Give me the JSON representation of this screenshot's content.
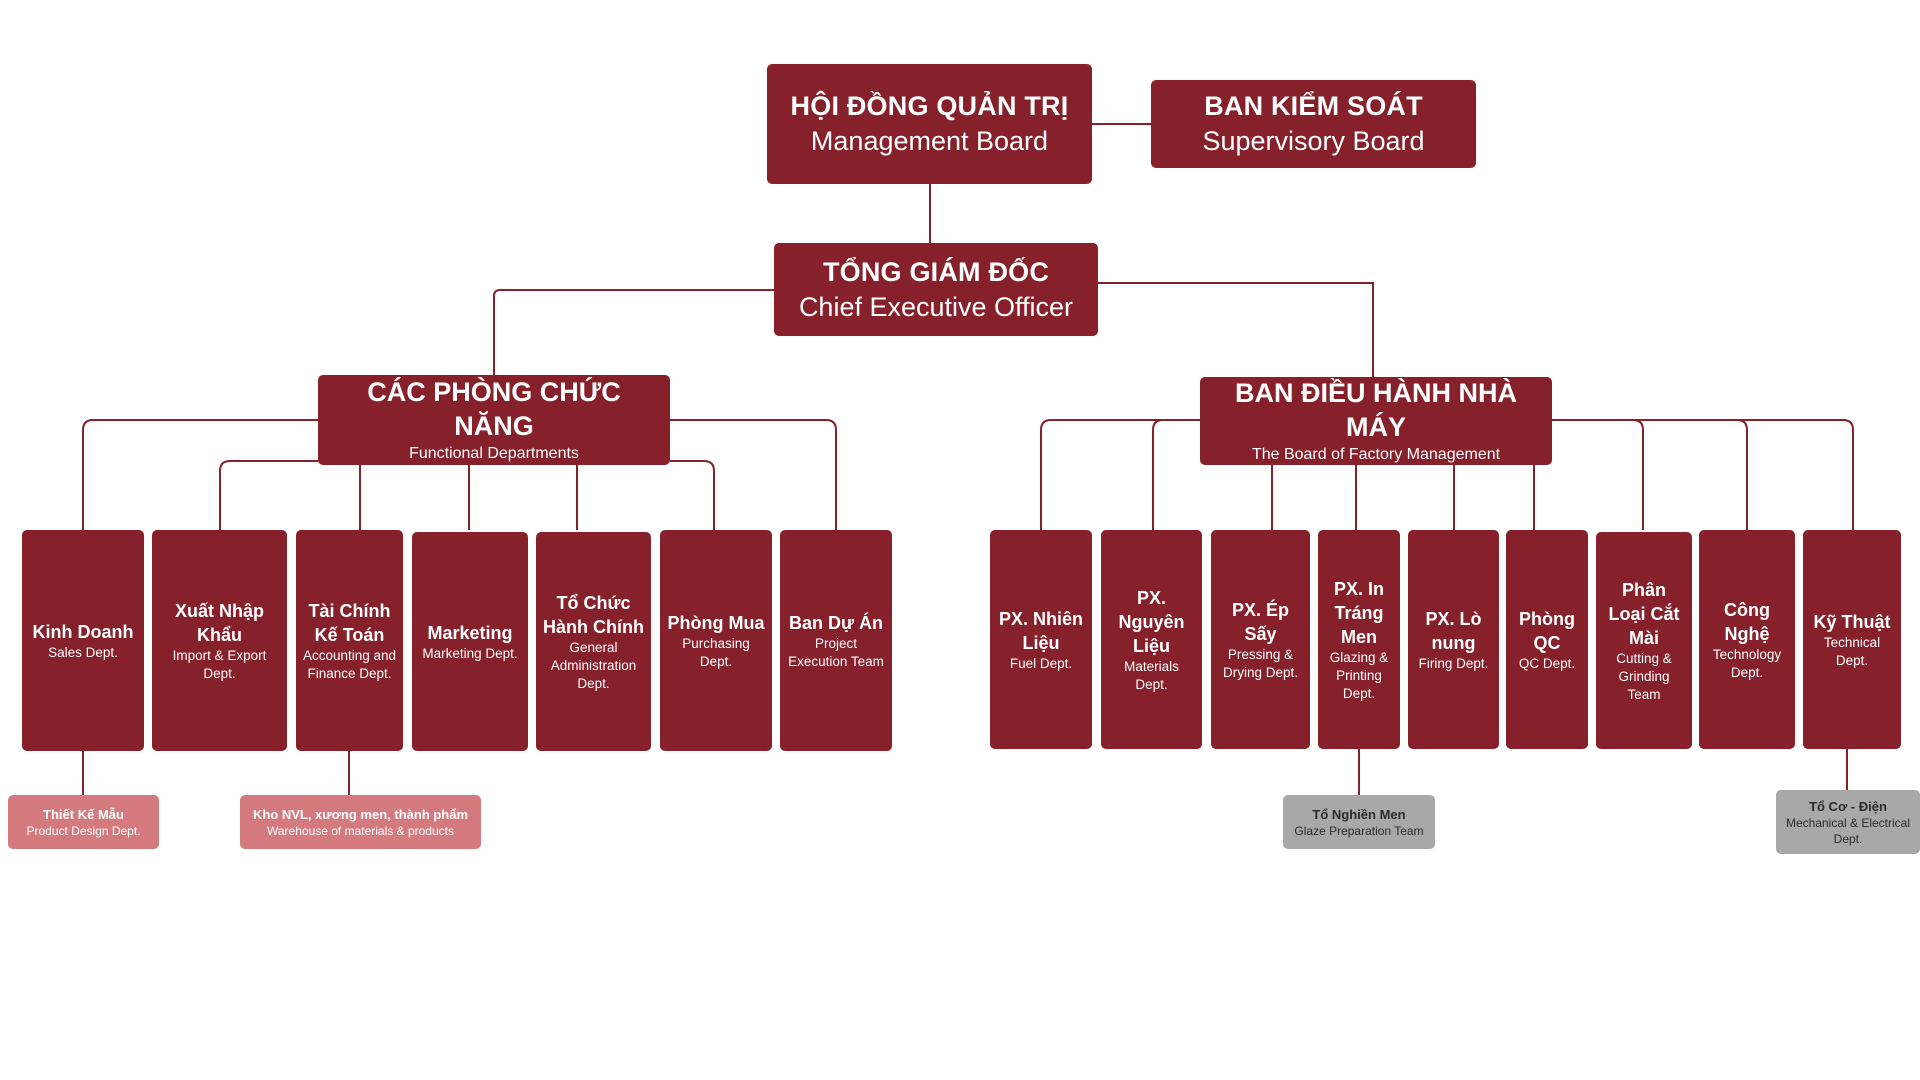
{
  "colors": {
    "box": "#86202a",
    "sub_pink": "#d47a7f",
    "sub_gray": "#a8a8a8",
    "connector": "#86202a"
  },
  "management_board": {
    "name_vi": "HỘI ĐỒNG QUẢN TRỊ",
    "name_en": "Management Board"
  },
  "supervisory_board": {
    "name_vi": "BAN KIỂM SOÁT",
    "name_en": "Supervisory Board"
  },
  "ceo": {
    "name_vi": "TỔNG GIÁM ĐỐC",
    "name_en": "Chief Executive Officer"
  },
  "functional": {
    "name_vi": "CÁC PHÒNG CHỨC NĂNG",
    "name_en": "Functional Departments",
    "depts": [
      {
        "vi": "Kinh Doanh",
        "en": "Sales Dept."
      },
      {
        "vi": "Xuất Nhập Khẩu",
        "en": "Import & Export Dept."
      },
      {
        "vi": "Tài Chính Kế Toán",
        "en": "Accounting and Finance Dept."
      },
      {
        "vi": "Marketing",
        "en": "Marketing Dept."
      },
      {
        "vi": "Tổ Chức Hành Chính",
        "en": "General Administration Dept."
      },
      {
        "vi": "Phòng Mua",
        "en": "Purchasing Dept."
      },
      {
        "vi": "Ban Dự Án",
        "en": "Project Execution Team"
      }
    ]
  },
  "factory": {
    "name_vi": "BAN ĐIỀU HÀNH NHÀ MÁY",
    "name_en": "The Board of Factory Management",
    "depts": [
      {
        "vi": "PX. Nhiên Liệu",
        "en": "Fuel Dept."
      },
      {
        "vi": "PX. Nguyên Liệu",
        "en": "Materials Dept."
      },
      {
        "vi": "PX. Ép Sấy",
        "en": "Pressing & Drying Dept."
      },
      {
        "vi": "PX. In Tráng Men",
        "en": "Glazing & Printing Dept."
      },
      {
        "vi": "PX. Lò nung",
        "en": "Firing Dept."
      },
      {
        "vi": "Phòng QC",
        "en": "QC Dept."
      },
      {
        "vi": "Phân Loại Cắt Mài",
        "en": "Cutting & Grinding Team"
      },
      {
        "vi": "Công Nghệ",
        "en": "Technology Dept."
      },
      {
        "vi": "Kỹ Thuật",
        "en": "Technical Dept."
      }
    ]
  },
  "subunits": [
    {
      "vi": "Thiết Kế Mẫu",
      "en": "Product Design Dept.",
      "parent": "Kinh Doanh"
    },
    {
      "vi": "Kho NVL, xương men, thành phẩm",
      "en": "Warehouse of materials & products",
      "parent": "Tài Chính Kế Toán"
    },
    {
      "vi": "Tổ Nghiền Men",
      "en": "Glaze Preparation Team",
      "parent": "PX. In Tráng Men"
    },
    {
      "vi": "Tổ Cơ - Điện",
      "en": "Mechanical & Electrical Dept.",
      "parent": "Kỹ Thuật"
    }
  ]
}
